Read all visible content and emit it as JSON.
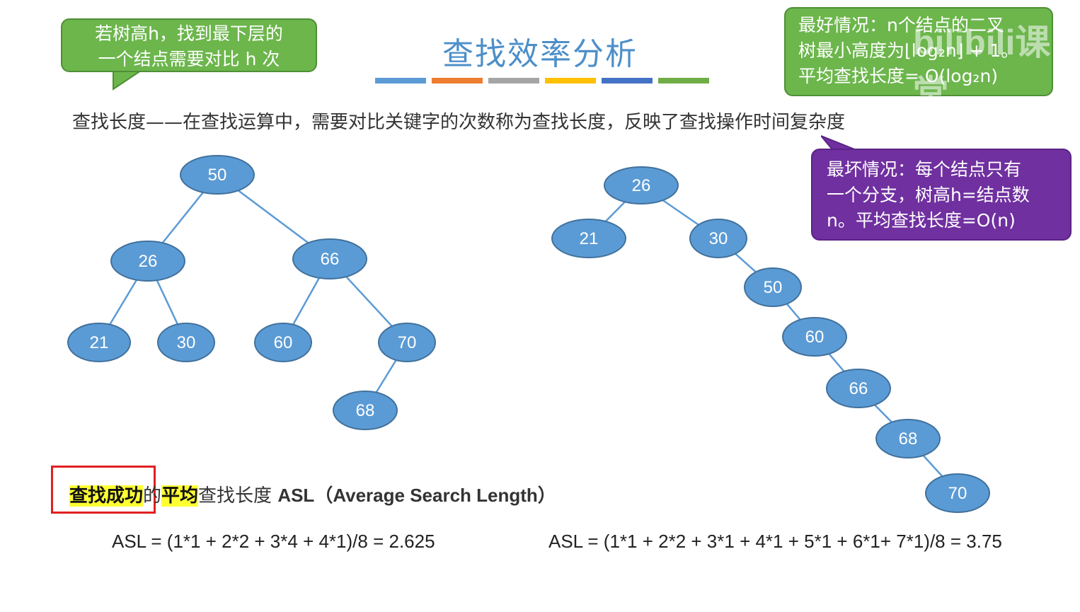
{
  "title": "查找效率分析",
  "stripe_colors": [
    "#5b9bd5",
    "#ed7d31",
    "#a5a5a5",
    "#ffc000",
    "#4472c4",
    "#70ad47"
  ],
  "definition": "查找长度——在查找运算中，需要对比关键字的次数称为查找长度，反映了查找操作时间复杂度",
  "callouts": {
    "left_green": [
      "若树高h，找到最下层的",
      "一个结点需要对比 h 次"
    ],
    "right_green": [
      "最好情况：n个结点的二叉",
      "树最小高度为⌊log₂n⌋ + 1。",
      "平均查找长度= O(log₂n)"
    ],
    "purple": [
      "最坏情况：每个结点只有",
      "一个分支，树高h=结点数",
      "n。平均查找长度=O(n)"
    ]
  },
  "watermark": "bilibili课堂",
  "colors": {
    "node_fill": "#5b9bd5",
    "node_stroke": "#41719c",
    "edge": "#5b9bd5"
  },
  "trees": {
    "balanced": {
      "nodes": [
        "50",
        "26",
        "66",
        "21",
        "30",
        "60",
        "70",
        "68"
      ],
      "edges": [
        [
          "50",
          "26"
        ],
        [
          "50",
          "66"
        ],
        [
          "26",
          "21"
        ],
        [
          "26",
          "30"
        ],
        [
          "66",
          "60"
        ],
        [
          "66",
          "70"
        ],
        [
          "70",
          "68"
        ]
      ]
    },
    "skewed": {
      "nodes": [
        "26",
        "21",
        "30",
        "50",
        "60",
        "66",
        "68",
        "70"
      ],
      "edges": [
        [
          "26",
          "21"
        ],
        [
          "26",
          "30"
        ],
        [
          "30",
          "50"
        ],
        [
          "50",
          "60"
        ],
        [
          "60",
          "66"
        ],
        [
          "66",
          "68"
        ],
        [
          "68",
          "70"
        ]
      ]
    }
  },
  "asl_heading": {
    "highlight1": "查找成功",
    "mid": "的",
    "highlight2": "平均",
    "rest": "查找长度 ",
    "en": "ASL（Average Search Length）"
  },
  "formulas": {
    "left": "ASL = (1*1 + 2*2 + 3*4 + 4*1)/8 = 2.625",
    "right": "ASL = (1*1 + 2*2 + 3*1 + 4*1 + 5*1 + 6*1+  7*1)/8 = 3.75"
  }
}
